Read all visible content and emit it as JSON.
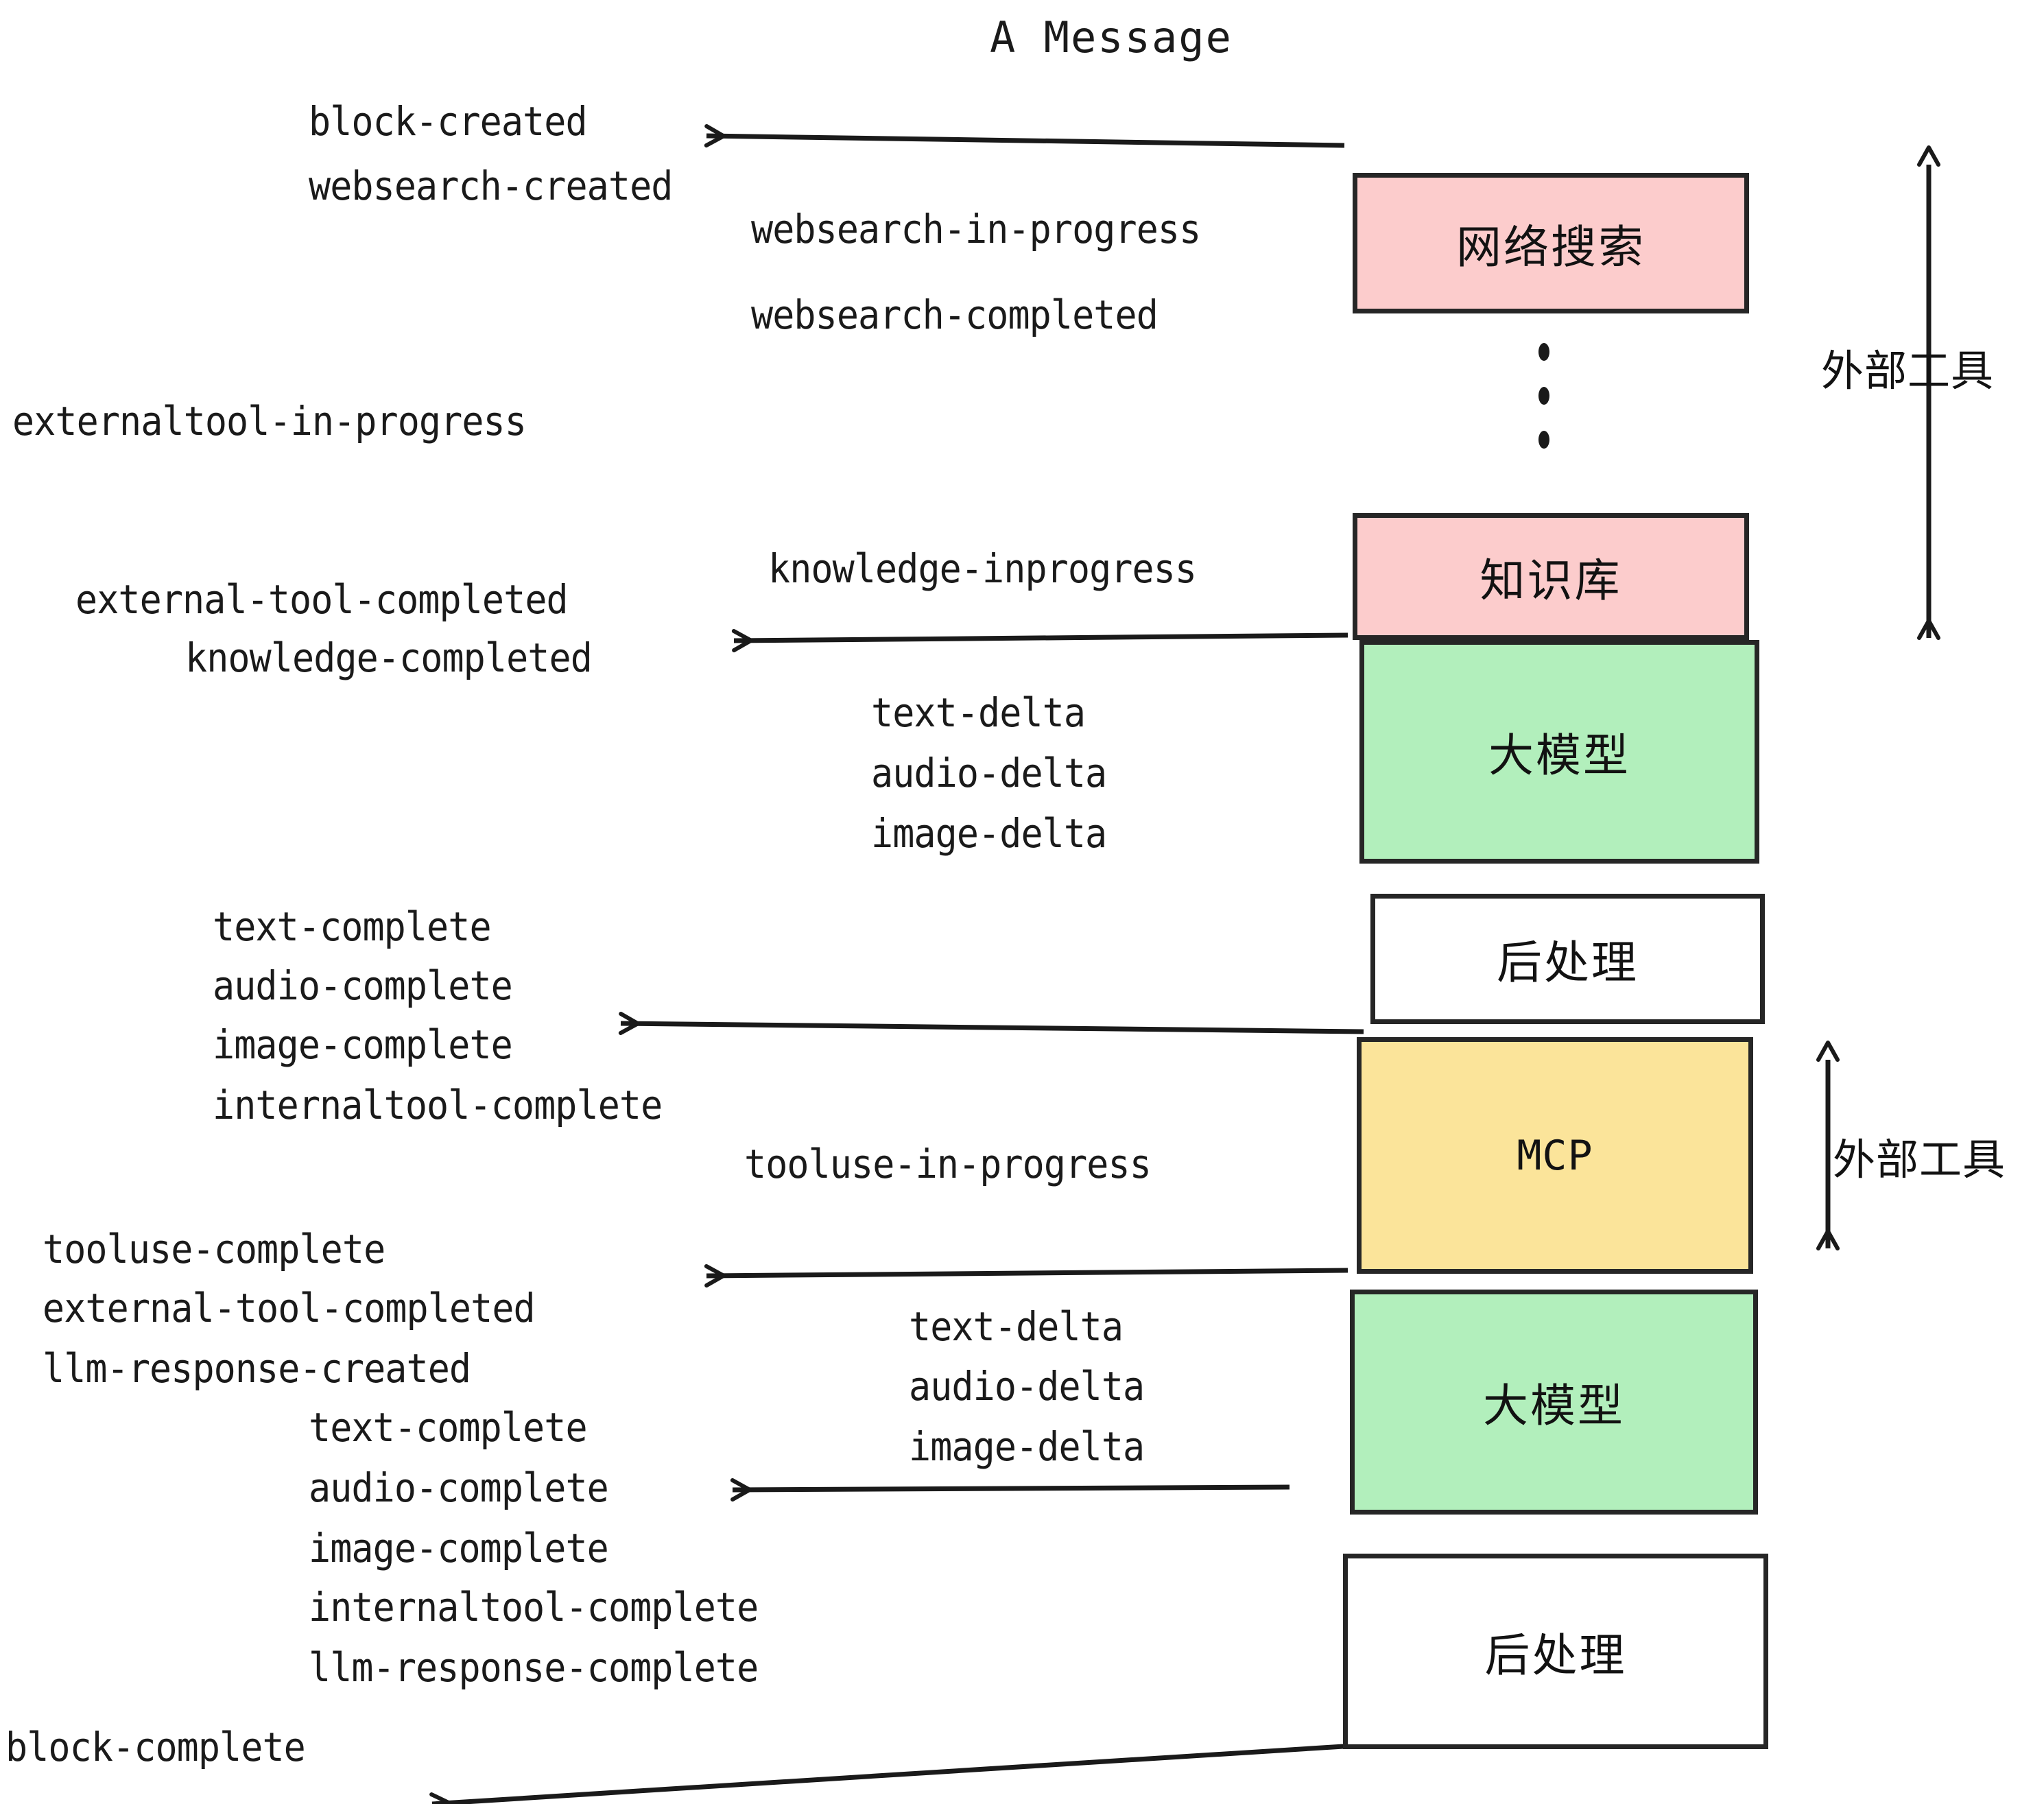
{
  "title": "A Message",
  "colors": {
    "external_tool_fill": "#fccccc",
    "llm_fill": "#b2efbc",
    "mcp_fill": "#fbe49a",
    "postprocess_fill": "#ffffff",
    "stroke": "#262626",
    "text": "#1a1a1a"
  },
  "nodes": [
    {
      "id": "websearch",
      "label": "网络搜索",
      "fill_key": "external_tool_fill",
      "latin": false
    },
    {
      "id": "knowledge",
      "label": "知识库",
      "fill_key": "external_tool_fill",
      "latin": false
    },
    {
      "id": "llm-1",
      "label": "大模型",
      "fill_key": "llm_fill",
      "latin": false
    },
    {
      "id": "postprocess-1",
      "label": "后处理",
      "fill_key": "postprocess_fill",
      "latin": false
    },
    {
      "id": "mcp",
      "label": "MCP",
      "fill_key": "mcp_fill",
      "latin": true
    },
    {
      "id": "llm-2",
      "label": "大模型",
      "fill_key": "llm_fill",
      "latin": false
    },
    {
      "id": "postprocess-2",
      "label": "后处理",
      "fill_key": "postprocess_fill",
      "latin": false
    }
  ],
  "side_labels": [
    {
      "id": "external-tool-top",
      "text": "外部工具"
    },
    {
      "id": "external-tool-bottom",
      "text": "外部工具"
    }
  ],
  "events": [
    {
      "id": "block-created",
      "text": "block-created"
    },
    {
      "id": "websearch-created",
      "text": "websearch-created"
    },
    {
      "id": "websearch-in-progress",
      "text": "websearch-in-progress"
    },
    {
      "id": "websearch-completed",
      "text": "websearch-completed"
    },
    {
      "id": "externaltool-in-progress",
      "text": "externaltool-in-progress"
    },
    {
      "id": "knowledge-inprogress",
      "text": "knowledge-inprogress"
    },
    {
      "id": "external-tool-completed-1",
      "text": "external-tool-completed"
    },
    {
      "id": "knowledge-completed",
      "text": "knowledge-completed"
    },
    {
      "id": "text-delta-1",
      "text": "text-delta"
    },
    {
      "id": "audio-delta-1",
      "text": "audio-delta"
    },
    {
      "id": "image-delta-1",
      "text": "image-delta"
    },
    {
      "id": "text-complete-1",
      "text": "text-complete"
    },
    {
      "id": "audio-complete-1",
      "text": "audio-complete"
    },
    {
      "id": "image-complete-1",
      "text": "image-complete"
    },
    {
      "id": "internaltool-complete-1",
      "text": "internaltool-complete"
    },
    {
      "id": "tooluse-in-progress",
      "text": "tooluse-in-progress"
    },
    {
      "id": "tooluse-complete",
      "text": "tooluse-complete"
    },
    {
      "id": "external-tool-completed-2",
      "text": "external-tool-completed"
    },
    {
      "id": "llm-response-created",
      "text": "llm-response-created"
    },
    {
      "id": "text-delta-2",
      "text": "text-delta"
    },
    {
      "id": "audio-delta-2",
      "text": "audio-delta"
    },
    {
      "id": "image-delta-2",
      "text": "image-delta"
    },
    {
      "id": "text-complete-2",
      "text": "text-complete"
    },
    {
      "id": "audio-complete-2",
      "text": "audio-complete"
    },
    {
      "id": "image-complete-2",
      "text": "image-complete"
    },
    {
      "id": "internaltool-complete-2",
      "text": "internaltool-complete"
    },
    {
      "id": "llm-response-complete",
      "text": "llm-response-complete"
    },
    {
      "id": "block-complete",
      "text": "block-complete"
    }
  ]
}
